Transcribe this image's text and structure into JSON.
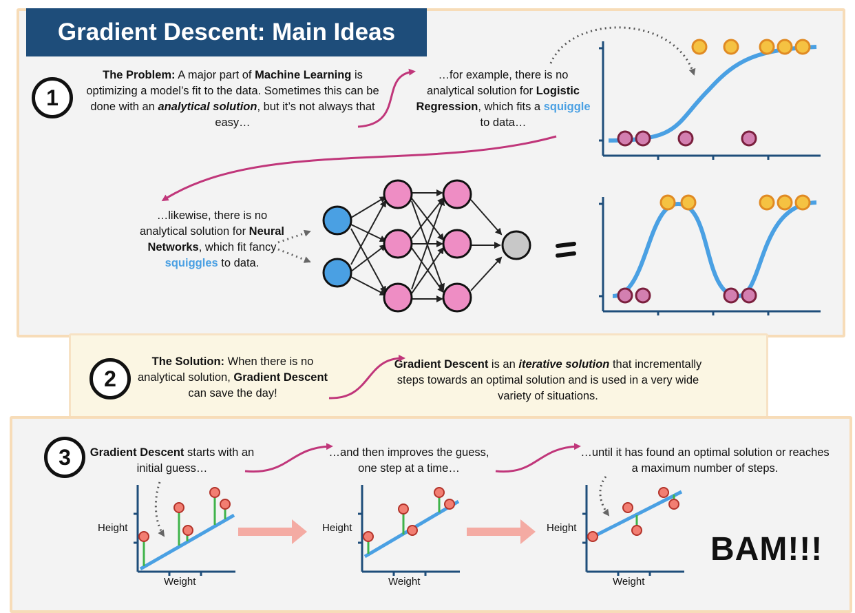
{
  "title": "Gradient Descent: Main Ideas",
  "steps": [
    {
      "number": "1"
    },
    {
      "number": "2"
    },
    {
      "number": "3"
    }
  ],
  "section1": {
    "problem_lead": "The Problem:",
    "problem_t1": " A major part of ",
    "problem_ml": "Machine Learning",
    "problem_t2": " is optimizing a model’s fit to the data. Sometimes this can be done with an ",
    "problem_analytical": "analytical solution",
    "problem_t3": ", but it’s not always that easy…",
    "example_t1": "…for example, there is no analytical solution for ",
    "example_lr": "Logistic Regression",
    "example_t2": ", which fits a ",
    "example_squiggle": "squiggle",
    "example_t3": " to data…",
    "nn_t1": "…likewise, there is no analytical solution for ",
    "nn_name": "Neural Networks",
    "nn_t2": ", which fit fancy ",
    "nn_squiggles": "squiggles",
    "nn_t3": " to data."
  },
  "section2": {
    "solution_lead": "The Solution:",
    "solution_t1": " When there is no analytical solution, ",
    "solution_gd": "Gradient Descent",
    "solution_t2": " can save the day!",
    "iter_gd": "Gradient Descent",
    "iter_t1": " is an ",
    "iter_iterative": "iterative solution",
    "iter_t2": " that incrementally steps towards an optimal solution and is used in a very wide variety of situations."
  },
  "section3": {
    "start_gd": "Gradient Descent",
    "start_t1": " starts with an initial guess…",
    "improve": "…and then improves the guess, one step at a time…",
    "until": "…until it has found an optimal solution or reaches a maximum number of steps.",
    "bam": "BAM!!!",
    "plots": [
      {
        "ylabel": "Height",
        "xlabel": "Weight"
      },
      {
        "ylabel": "Height",
        "xlabel": "Weight"
      },
      {
        "ylabel": "Height",
        "xlabel": "Weight"
      }
    ]
  },
  "colors": {
    "title_bg": "#1e4d7a",
    "squiggle": "#4aa0e3",
    "arrow": "#c0367a",
    "orange_point": "#f5c242",
    "purple_point": "#d37fb0",
    "red_point": "#f27e72",
    "residual": "#3fb34a",
    "nn_input": "#4aa0e3",
    "nn_hidden": "#ee8dc4",
    "nn_output": "#c8c8c8"
  }
}
